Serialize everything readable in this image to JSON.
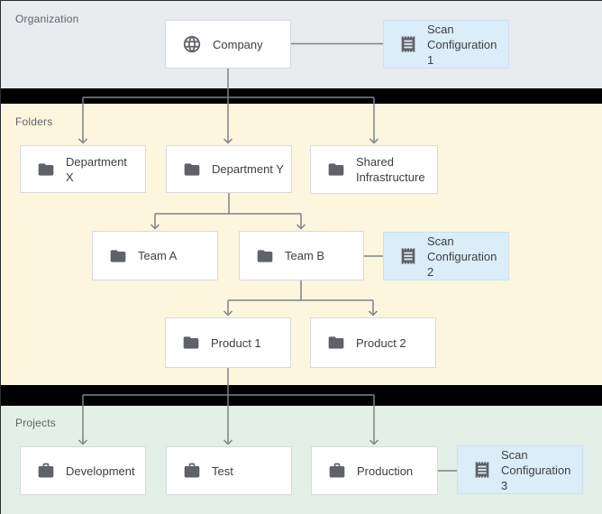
{
  "sections": {
    "organization": {
      "label": "Organization",
      "bg": "#e9ecef"
    },
    "folders": {
      "label": "Folders",
      "bg": "#fdf6df"
    },
    "projects": {
      "label": "Projects",
      "bg": "#e2f0e7"
    }
  },
  "nodes": {
    "company": {
      "label": "Company",
      "icon": "globe-icon",
      "type": "organization"
    },
    "scan_config_1": {
      "label": "Scan Configuration 1",
      "icon": "receipt-icon",
      "type": "scan-configuration"
    },
    "dept_x": {
      "label": "Department X",
      "icon": "folder-icon",
      "type": "folder"
    },
    "dept_y": {
      "label": "Department Y",
      "icon": "folder-icon",
      "type": "folder"
    },
    "shared_infra": {
      "label": "Shared Infrastructure",
      "icon": "folder-icon",
      "type": "folder"
    },
    "team_a": {
      "label": "Team A",
      "icon": "folder-icon",
      "type": "folder"
    },
    "team_b": {
      "label": "Team B",
      "icon": "folder-icon",
      "type": "folder"
    },
    "scan_config_2": {
      "label": "Scan Configuration 2",
      "icon": "receipt-icon",
      "type": "scan-configuration"
    },
    "product_1": {
      "label": "Product 1",
      "icon": "folder-icon",
      "type": "folder"
    },
    "product_2": {
      "label": "Product 2",
      "icon": "folder-icon",
      "type": "folder"
    },
    "development": {
      "label": "Development",
      "icon": "briefcase-icon",
      "type": "project"
    },
    "test": {
      "label": "Test",
      "icon": "briefcase-icon",
      "type": "project"
    },
    "production": {
      "label": "Production",
      "icon": "briefcase-icon",
      "type": "project"
    },
    "scan_config_3": {
      "label": "Scan Configuration 3",
      "icon": "receipt-icon",
      "type": "scan-configuration"
    }
  },
  "hierarchy": [
    {
      "from": "Company",
      "to": [
        "Department X",
        "Department Y",
        "Shared Infrastructure"
      ]
    },
    {
      "from": "Department Y",
      "to": [
        "Team A",
        "Team B"
      ]
    },
    {
      "from": "Team B",
      "to": [
        "Product 1",
        "Product 2"
      ]
    },
    {
      "from": "Product 1",
      "to": [
        "Development",
        "Test",
        "Production"
      ]
    }
  ],
  "scan_attachments": [
    {
      "scan": "Scan Configuration 1",
      "attached_to": "Company"
    },
    {
      "scan": "Scan Configuration 2",
      "attached_to": "Team B"
    },
    {
      "scan": "Scan Configuration 3",
      "attached_to": "Production"
    }
  ],
  "colors": {
    "organization_bg": "#e9ecef",
    "folders_bg": "#fdf6df",
    "projects_bg": "#e2f0e7",
    "scan_box_bg": "#dcedfa",
    "node_bg": "#ffffff",
    "node_border": "#d9dade",
    "divider": "#000000",
    "connector": "#7d8287",
    "icon": "#5f6368",
    "label_text": "#3c4043",
    "section_label_text": "#5f6368"
  }
}
